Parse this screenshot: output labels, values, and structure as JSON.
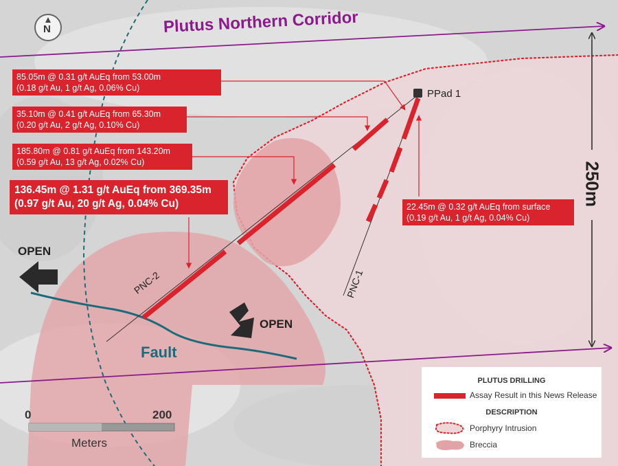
{
  "title": "Plutus Northern Corridor",
  "compass": {
    "label": "N"
  },
  "corridor_width": "250m",
  "holes": [
    {
      "name": "PNC-2"
    },
    {
      "name": "PNC-1"
    }
  ],
  "pad": {
    "label": "PPad 1"
  },
  "open_labels": {
    "west": "OPEN",
    "south": "OPEN"
  },
  "fault_label": "Fault",
  "callouts": [
    {
      "line1": "85.05m @ 0.31 g/t AuEq from 53.00m",
      "line2": "(0.18 g/t Au, 1 g/t Ag, 0.06% Cu)"
    },
    {
      "line1": "35.10m @ 0.41 g/t AuEq from 65.30m",
      "line2": "(0.20 g/t Au, 2 g/t Ag, 0.10% Cu)"
    },
    {
      "line1": "185.80m @ 0.81 g/t AuEq from 143.20m",
      "line2": "(0.59 g/t Au, 13 g/t Ag, 0.02% Cu)"
    },
    {
      "line1": "136.45m @ 1.31 g/t AuEq from 369.35m",
      "line2": "(0.97 g/t Au, 20 g/t Ag, 0.04% Cu)"
    },
    {
      "line1": "22.45m @ 0.32 g/t AuEq from surface",
      "line2": "(0.19 g/t Au, 1 g/t Ag, 0.04% Cu)"
    }
  ],
  "scale_bar": {
    "min": "0",
    "max": "200",
    "unit": "Meters"
  },
  "legend": {
    "drilling_header": "PLUTUS DRILLING",
    "assay_item": "Assay Result in this News Release",
    "description_header": "DESCRIPTION",
    "porphyry_item": "Porphyry Intrusion",
    "breccia_item": "Breccia"
  },
  "colors": {
    "corridor": "#8b1a8b",
    "assay_red": "#d9232d",
    "breccia": "#e2a3a6",
    "porphyry": "#ecd6d8",
    "fault": "#1d6b7a",
    "text_dark": "#222222"
  }
}
